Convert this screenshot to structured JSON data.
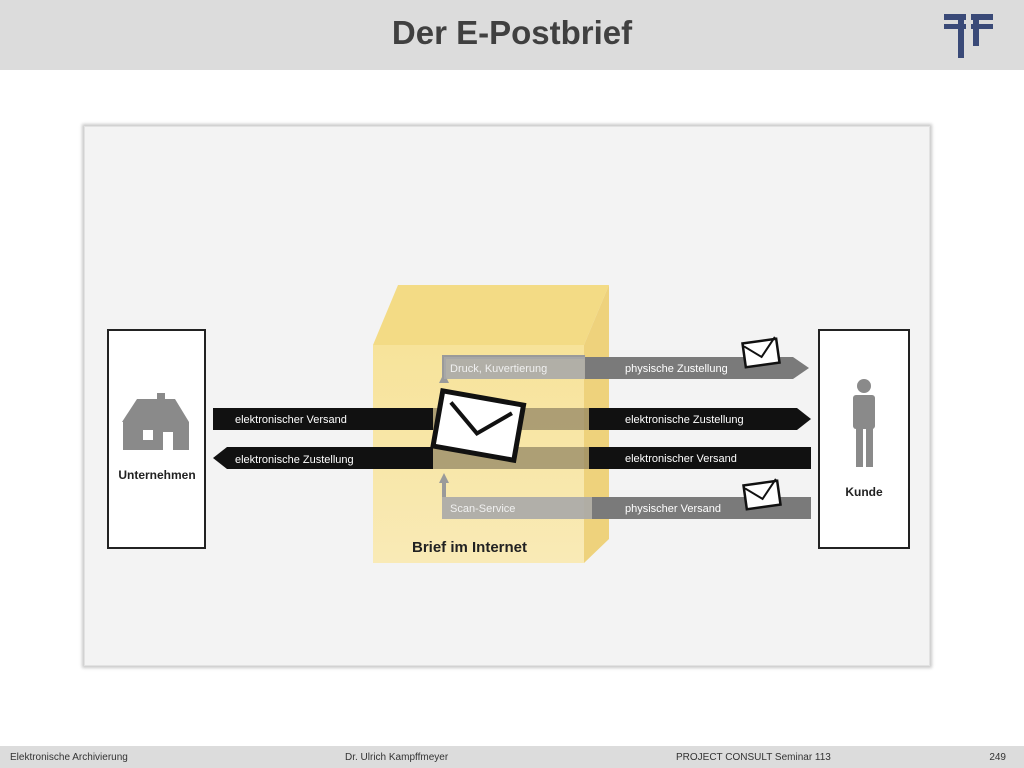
{
  "slide": {
    "title": "Der E-Postbrief",
    "logo_icon": "project-consult-logo-icon"
  },
  "diagram": {
    "left_box_label": "Unternehmen",
    "right_box_label": "Kunde",
    "center_label": "Brief im Internet",
    "arrows": {
      "print_label": "Druck, Kuvertierung",
      "physical_delivery": "physische Zustellung",
      "electronic_send_left": "elektronischer Versand",
      "electronic_delivery_right": "elektronische Zustellung",
      "electronic_delivery_left": "elektronische Zustellung",
      "electronic_send_right": "elektronischer Versand",
      "scan_label": "Scan-Service",
      "physical_send": "physischer Versand"
    },
    "icons": {
      "house": "house-icon",
      "person": "person-icon",
      "envelope": "envelope-icon"
    },
    "colors": {
      "yellow_box": "#f7e7a0",
      "arrow_dark": "#111111",
      "arrow_gray": "#7a7a7a",
      "icon_gray": "#8a8a8a"
    }
  },
  "footer": {
    "course": "Elektronische Archivierung",
    "author": "Dr. Ulrich Kampffmeyer",
    "seminar": "PROJECT CONSULT Seminar 113",
    "page": "249"
  }
}
